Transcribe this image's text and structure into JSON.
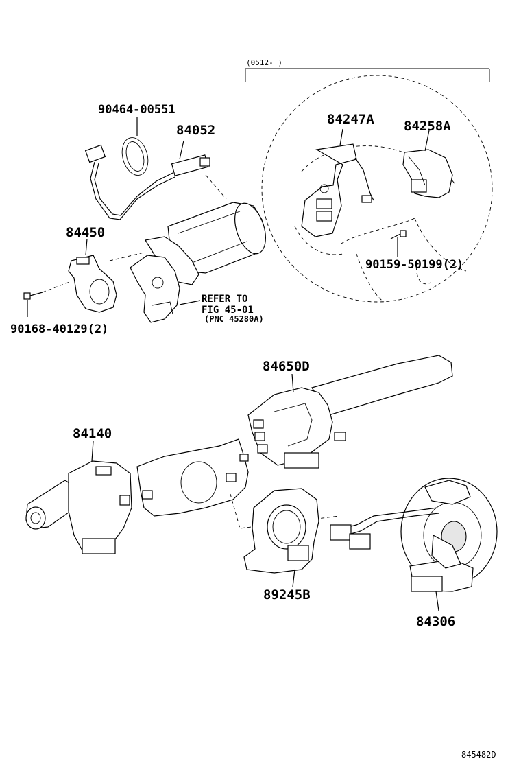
{
  "header": {
    "date_range": "(0512-    )"
  },
  "parts": {
    "p90464": "90464-00551",
    "p84052": "84052",
    "p84247A": "84247A",
    "p84258A": "84258A",
    "p84450": "84450",
    "p90159": "90159-50199(2)",
    "p90168": "90168-40129(2)",
    "p84650D": "84650D",
    "p84140": "84140",
    "p89245B": "89245B",
    "p84306": "84306"
  },
  "refer": {
    "line1": "REFER TO",
    "line2": "FIG 45-01",
    "line3": "(PNC 45280A)"
  },
  "footer": {
    "code": "845482D"
  }
}
